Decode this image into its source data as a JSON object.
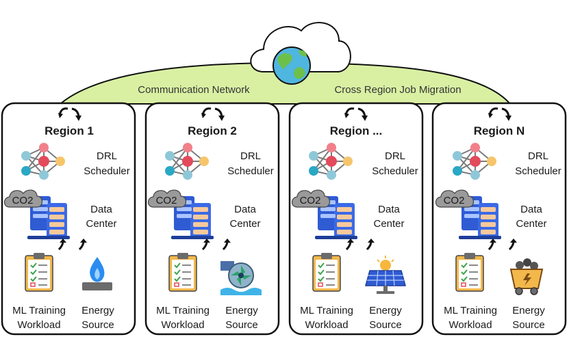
{
  "network": {
    "left_label": "Communication Network",
    "right_label": "Cross Region Job Migration",
    "fill_color": "#d9f0a3",
    "cloud_icon": "cloud-icon",
    "globe_icon": "globe-icon"
  },
  "regions": [
    {
      "title": "Region 1",
      "energy_icon": "gas-flame-icon"
    },
    {
      "title": "Region 2",
      "energy_icon": "hydro-turbine-icon"
    },
    {
      "title": "Region ...",
      "energy_icon": "solar-panel-icon"
    },
    {
      "title": "Region N",
      "energy_icon": "coal-cart-icon"
    }
  ],
  "labels": {
    "drl_line1": "DRL",
    "drl_line2": "Scheduler",
    "dc_line1": "Data",
    "dc_line2": "Center",
    "co2": "CO2",
    "ml_line1": "ML Training",
    "ml_line2": "Workload",
    "energy_line1": "Energy",
    "energy_line2": "Source"
  },
  "colors": {
    "box_stroke": "#111111",
    "server_blue": "#2f5bd3",
    "co2_cloud": "#9a9a9a",
    "arrow": "#111111"
  }
}
